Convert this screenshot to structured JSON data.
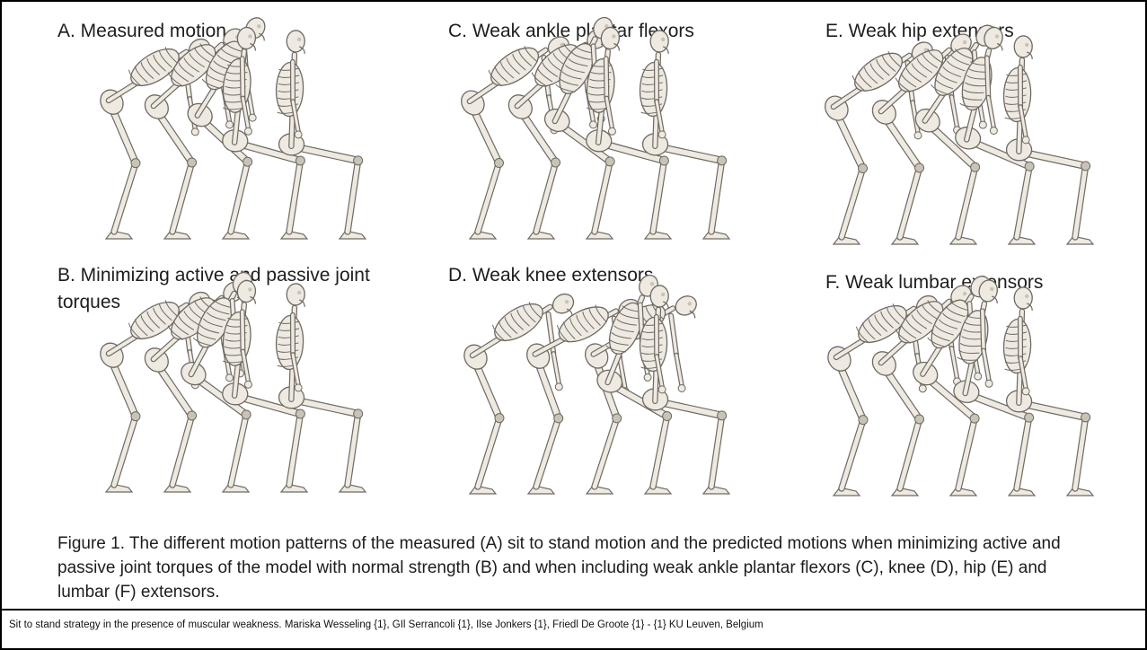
{
  "panels": [
    {
      "id": "A",
      "title": "A. Measured motion",
      "frames": [
        {
          "trunk": 52,
          "torso": 58,
          "knee": 2,
          "neck": 18
        },
        {
          "trunk": 42,
          "torso": 48,
          "knee": 0,
          "neck": 15
        },
        {
          "trunk": 30,
          "torso": 32,
          "knee": -1,
          "neck": 12
        },
        {
          "trunk": 5,
          "torso": 6,
          "knee": 0.2,
          "neck": 4
        },
        {
          "trunk": 2,
          "torso": 2,
          "knee": 0.05,
          "neck": 3
        }
      ]
    },
    {
      "id": "C",
      "title": "C. Weak ankle plantar flexors",
      "frames": [
        {
          "trunk": 50,
          "torso": 56,
          "knee": 2,
          "neck": 18
        },
        {
          "trunk": 42,
          "torso": 48,
          "knee": 0,
          "neck": 15
        },
        {
          "trunk": 24,
          "torso": 26,
          "knee": -1,
          "neck": 10
        },
        {
          "trunk": 5,
          "torso": 6,
          "knee": 0.2,
          "neck": 4
        },
        {
          "trunk": 2,
          "torso": 2,
          "knee": 0.05,
          "neck": 3
        }
      ]
    },
    {
      "id": "E",
      "title": "E. Weak hip extensors",
      "frames": [
        {
          "trunk": 50,
          "torso": 56,
          "knee": 2,
          "neck": 18
        },
        {
          "trunk": 42,
          "torso": 48,
          "knee": 0,
          "neck": 15
        },
        {
          "trunk": 30,
          "torso": 34,
          "knee": -1,
          "neck": 12
        },
        {
          "trunk": 12,
          "torso": 14,
          "knee": 0.2,
          "neck": 6
        },
        {
          "trunk": 2,
          "torso": 2,
          "knee": 0.05,
          "neck": 3
        }
      ]
    },
    {
      "id": "B",
      "title": "B. Minimizing active and passive joint torques",
      "frames": [
        {
          "trunk": 52,
          "torso": 58,
          "knee": 2,
          "neck": 18
        },
        {
          "trunk": 42,
          "torso": 48,
          "knee": 0,
          "neck": 15
        },
        {
          "trunk": 24,
          "torso": 28,
          "knee": -1,
          "neck": 10
        },
        {
          "trunk": 5,
          "torso": 6,
          "knee": 0.2,
          "neck": 4
        },
        {
          "trunk": 2,
          "torso": 2,
          "knee": 0.05,
          "neck": 3
        }
      ]
    },
    {
      "id": "D",
      "title": "D. Weak knee extensors",
      "frames": [
        {
          "trunk": 52,
          "torso": 58,
          "knee": 2,
          "neck": 18
        },
        {
          "trunk": 56,
          "torso": 62,
          "knee": 1.5,
          "neck": 18
        },
        {
          "trunk": 55,
          "torso": 60,
          "knee": 0.5,
          "neck": 18
        },
        {
          "trunk": 18,
          "torso": 22,
          "knee": 0.2,
          "neck": 7
        },
        {
          "trunk": 2,
          "torso": 2,
          "knee": 0.05,
          "neck": 3
        }
      ]
    },
    {
      "id": "F",
      "title": "F. Weak lumbar extensors",
      "frames": [
        {
          "trunk": 52,
          "torso": 58,
          "knee": 2,
          "neck": 18
        },
        {
          "trunk": 42,
          "torso": 48,
          "knee": 0,
          "neck": 15
        },
        {
          "trunk": 28,
          "torso": 32,
          "knee": -1,
          "neck": 11
        },
        {
          "trunk": 10,
          "torso": 12,
          "knee": 0.2,
          "neck": 5
        },
        {
          "trunk": 2,
          "torso": 2,
          "knee": 0.05,
          "neck": 3
        }
      ]
    }
  ],
  "caption": "Figure 1. The different motion patterns of the measured (A) sit to stand motion and the predicted motions when minimizing active and passive joint torques of the model with normal strength (B) and when including weak ankle plantar flexors (C), knee (D), hip (E) and lumbar (F) extensors.",
  "citation": "Sit to stand strategy in the presence of muscular weakness. Mariska Wesseling {1}, GIl Serrancoli {1}, Ilse Jonkers {1}, Friedl De Groote {1} - {1} KU Leuven, Belgium",
  "colors": {
    "bone_fill": "#eeeae2",
    "bone_shade": "#c9c3b7",
    "bone_outline": "#6e6a63",
    "text": "#1d1d1d"
  }
}
